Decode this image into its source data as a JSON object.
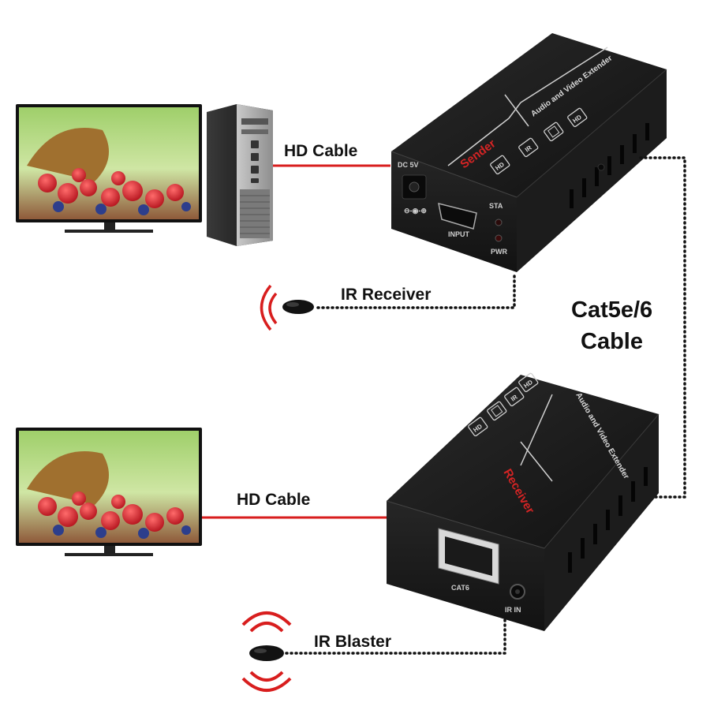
{
  "labels": {
    "hd_cable_top": "HD Cable",
    "hd_cable_bottom": "HD Cable",
    "ir_receiver": "IR Receiver",
    "ir_blaster": "IR Blaster",
    "cat_cable_line1": "Cat5e/6",
    "cat_cable_line2": "Cable"
  },
  "sender": {
    "brand_text": "Audio and Video Extender",
    "role_text": "Sender",
    "ports": {
      "dc": "DC 5V",
      "input": "INPUT",
      "sta": "STA",
      "pwr": "PWR"
    },
    "badges": [
      "HD",
      "IR",
      "HD"
    ]
  },
  "receiver": {
    "brand_text": "Audio and Video Extender",
    "role_text": "Receiver",
    "ports": {
      "cat6": "CAT6",
      "ir_in": "IR IN"
    },
    "badges": [
      "HD",
      "IR",
      "HD"
    ]
  },
  "colors": {
    "hd_cable": "#d81e1e",
    "ir_wave": "#d81e1e",
    "device_body": "#1e1e1e",
    "dotted_cable": "#111111"
  }
}
